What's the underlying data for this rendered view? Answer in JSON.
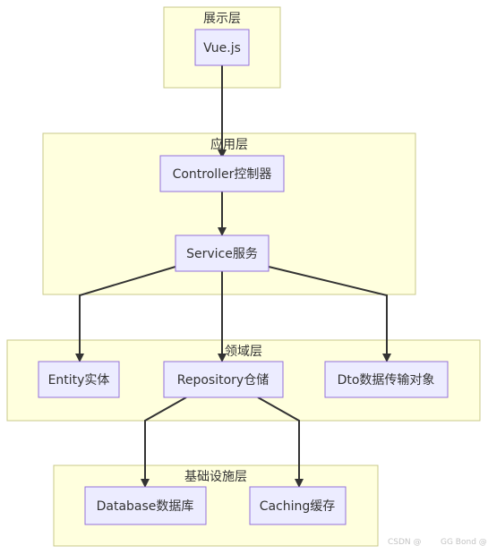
{
  "layers": {
    "presentation": "展示层",
    "application": "应用层",
    "domain": "领域层",
    "infrastructure": "基础设施层"
  },
  "nodes": {
    "vue": "Vue.js",
    "controller": "Controller控制器",
    "service": "Service服务",
    "entity": "Entity实体",
    "repository": "Repository仓储",
    "dto": "Dto数据传输对象",
    "database": "Database数据库",
    "caching": "Caching缓存"
  },
  "watermark": {
    "left": "CSDN @",
    "right": "GG Bond @"
  }
}
